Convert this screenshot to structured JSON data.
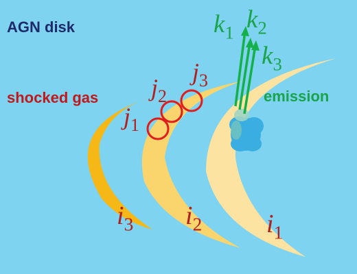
{
  "title": "AGN disk",
  "labels": {
    "shocked_gas": "shocked gas",
    "emission": "emission"
  },
  "shells": [
    {
      "id": "i3",
      "symbol": "i",
      "sub": "3"
    },
    {
      "id": "i2",
      "symbol": "i",
      "sub": "2"
    },
    {
      "id": "i1",
      "symbol": "i",
      "sub": "1"
    }
  ],
  "cells": [
    {
      "id": "j1",
      "symbol": "j",
      "sub": "1"
    },
    {
      "id": "j2",
      "symbol": "j",
      "sub": "2"
    },
    {
      "id": "j3",
      "symbol": "j",
      "sub": "3"
    }
  ],
  "rays": [
    {
      "id": "k1",
      "symbol": "k",
      "sub": "1"
    },
    {
      "id": "k2",
      "symbol": "k",
      "sub": "2"
    },
    {
      "id": "k3",
      "symbol": "k",
      "sub": "3"
    }
  ],
  "colors": {
    "background": "#7dd3f0",
    "title": "#1f2a6b",
    "shocked_gas": "#c0191b",
    "emission": "#1aa34a",
    "shell_dark": "#f6b817",
    "shell_mid": "#fad56e",
    "shell_light": "#fde3a2",
    "cell_ring": "#e01c1c",
    "index_text": "#b02020",
    "ray": "#16b04a",
    "blob": "#3aaee0",
    "blob_tint": "#9fd4c4"
  }
}
